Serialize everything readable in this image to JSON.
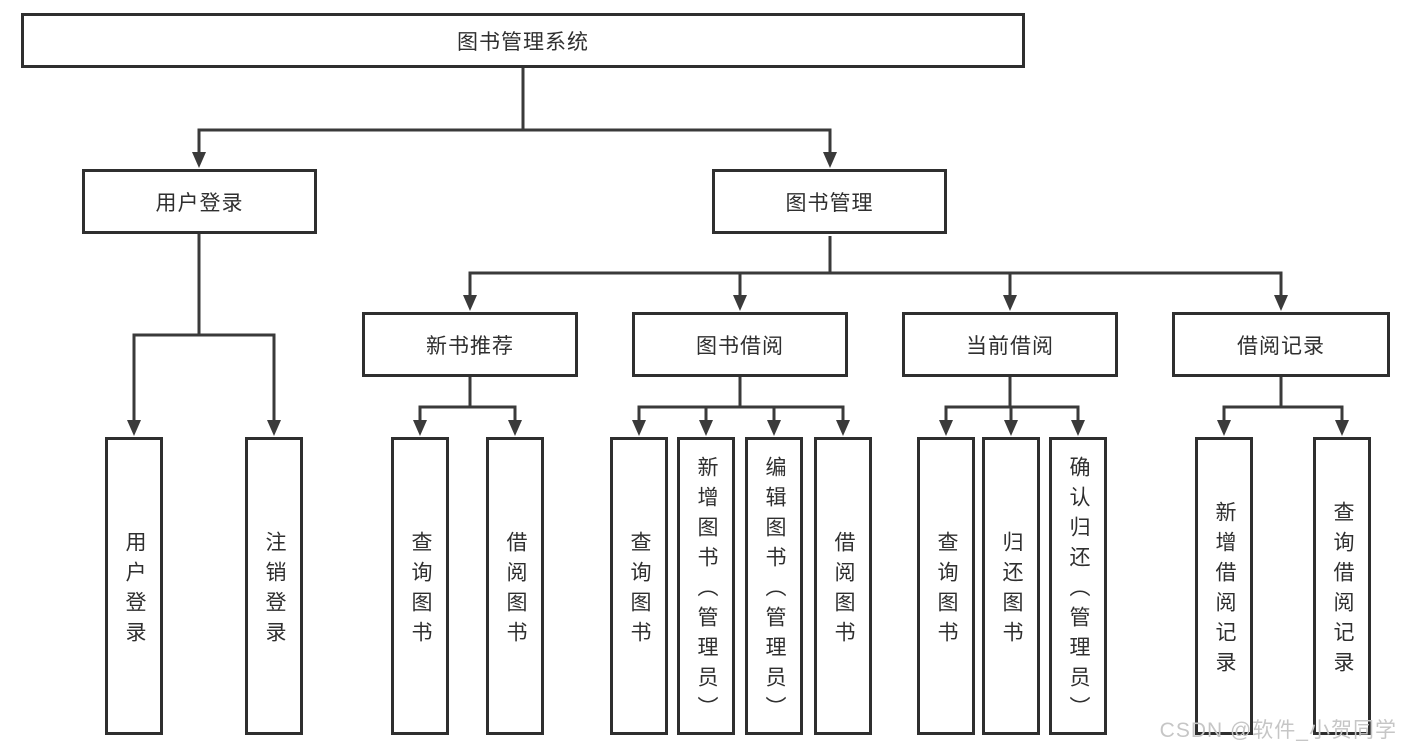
{
  "tree": {
    "root": {
      "label": "图书管理系统",
      "children": [
        {
          "label": "用户登录",
          "children": [
            {
              "label": "用户登录"
            },
            {
              "label": "注销登录"
            }
          ]
        },
        {
          "label": "图书管理",
          "children": [
            {
              "label": "新书推荐",
              "children": [
                {
                  "label": "查询图书"
                },
                {
                  "label": "借阅图书"
                }
              ]
            },
            {
              "label": "图书借阅",
              "children": [
                {
                  "label": "查询图书"
                },
                {
                  "label": "新增图书（管理员）"
                },
                {
                  "label": "编辑图书（管理员）"
                },
                {
                  "label": "借阅图书"
                }
              ]
            },
            {
              "label": "当前借阅",
              "children": [
                {
                  "label": "查询图书"
                },
                {
                  "label": "归还图书"
                },
                {
                  "label": "确认归还（管理员）"
                }
              ]
            },
            {
              "label": "借阅记录",
              "children": [
                {
                  "label": "新增借阅记录"
                },
                {
                  "label": "查询借阅记录"
                }
              ]
            }
          ]
        }
      ]
    }
  },
  "watermark": {
    "text": "CSDN @软件_小贺同学"
  },
  "colors": {
    "background": "#ffffff",
    "box_border": "#2f2f2f",
    "box_fill": "#ffffff",
    "line": "#3a3a3a",
    "text": "#2f2f2f",
    "watermark": "#c6c6c6"
  }
}
